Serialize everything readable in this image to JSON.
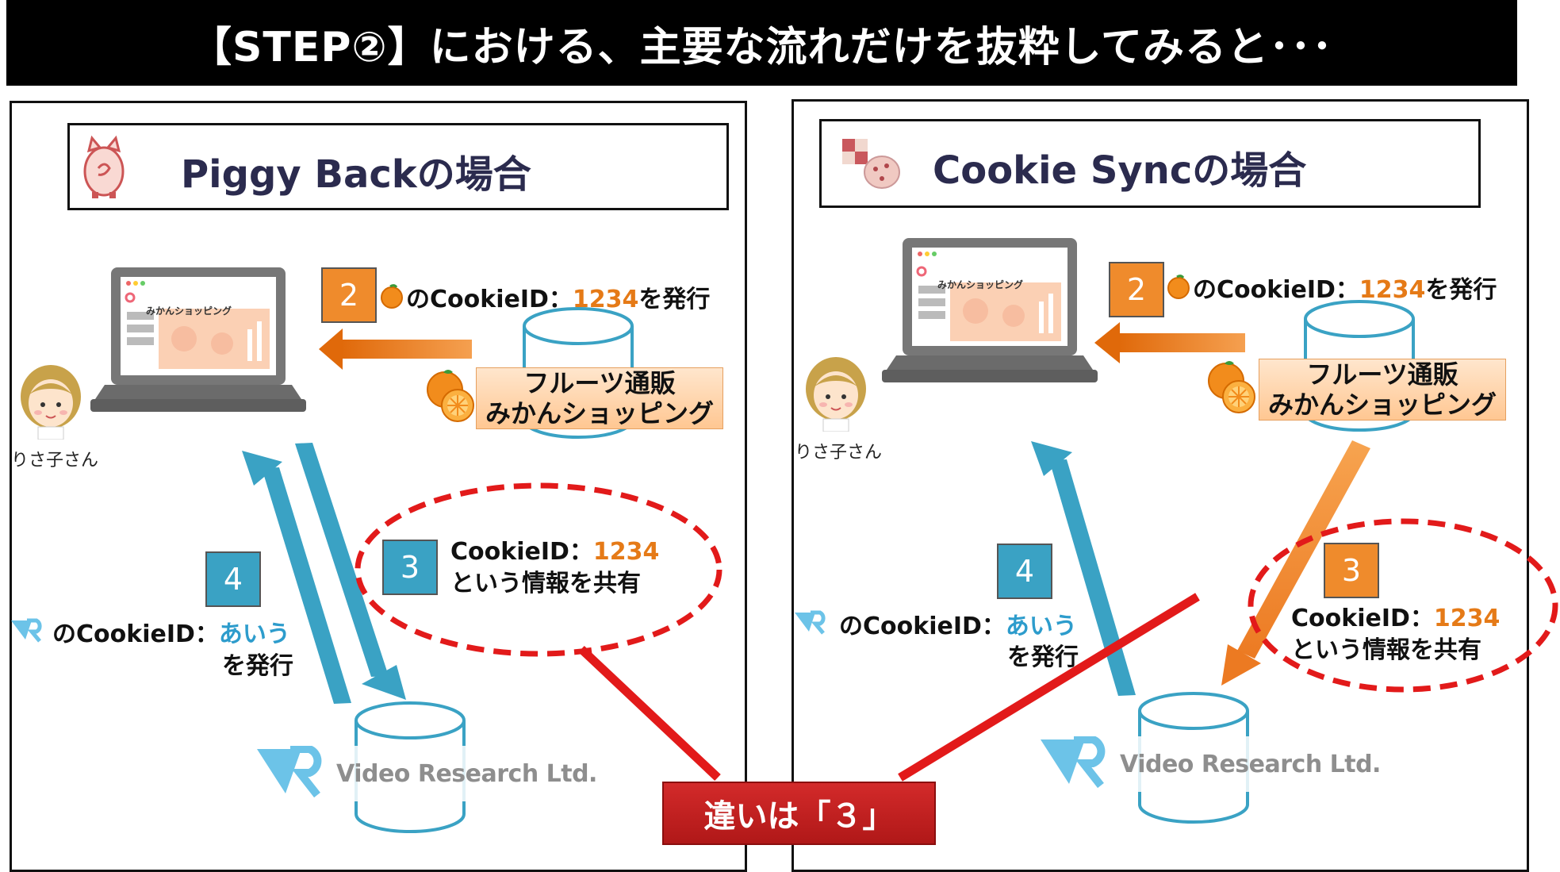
{
  "title": "【STEP②】における、主要な流れだけを抜粋してみると･･･",
  "left_panel": {
    "header": "Piggy Backの場合",
    "step2": {
      "number": "2",
      "prefix": "のCookieID：",
      "value": "1234",
      "suffix": "を発行"
    },
    "shop": {
      "line1": "フルーツ通販",
      "line2": "みかんショッピング"
    },
    "person": "りさ子さん",
    "step3": {
      "number": "3",
      "prefix": "CookieID：",
      "value": "1234",
      "line2": "という情報を共有"
    },
    "step4": {
      "number": "4",
      "prefix": "のCookieID：",
      "value": "あいう",
      "line2": "を発行"
    },
    "company": "Video Research Ltd."
  },
  "right_panel": {
    "header": "Cookie Syncの場合",
    "step2": {
      "number": "2",
      "prefix": "のCookieID：",
      "value": "1234",
      "suffix": "を発行"
    },
    "shop": {
      "line1": "フルーツ通販",
      "line2": "みかんショッピング"
    },
    "person": "りさ子さん",
    "step3": {
      "number": "3",
      "prefix": "CookieID：",
      "value": "1234",
      "line2": "という情報を共有"
    },
    "step4": {
      "number": "4",
      "prefix": "のCookieID：",
      "value": "あいう",
      "line2": "を発行"
    },
    "company": "Video Research Ltd."
  },
  "laptop_screen_label": "みかんショッピング",
  "difference_label": "違いは「３」",
  "colors": {
    "orange": "#e57a17",
    "blue": "#2d9ccc",
    "red": "#e21a1a",
    "title_bg": "#000000"
  },
  "icons": [
    "pig-icon",
    "cookie-icon",
    "laptop-icon",
    "person-icon",
    "database-icon",
    "orange-fruit-icon",
    "vr-logo-icon"
  ]
}
